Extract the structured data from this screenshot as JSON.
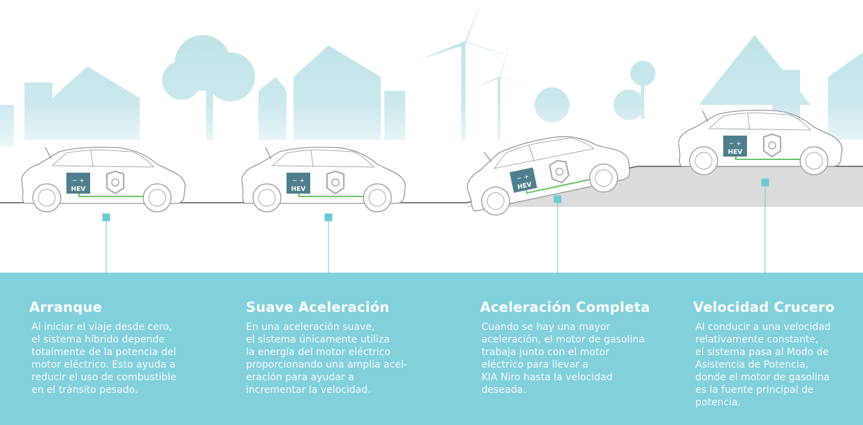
{
  "colors": {
    "panel": "#81d0dc",
    "skyline": "#bfe3e8",
    "marker": "#6ccad6",
    "battery": "#4f7f8c",
    "flow": "#6cc46a",
    "road": "#dcdcdc"
  },
  "battery_label": "HEV",
  "battery_symbols": "−  +",
  "stages": [
    {
      "title": "Arranque",
      "text": "Al iniciar el viaje desde cero,\nel sistema híbrido depende\ntotalmente de la potencia del\nmotor eléctrico. Esto ayuda a\nreducir el uso de combustible\nen el tránsito pesado."
    },
    {
      "title": "Suave Aceleración",
      "text": "En una aceleración suave,\nel sistema únicamente utiliza\nla energía del motor eléctrico\nproporcionando una amplia acel-\neración para ayudar a\nincrementar la velocidad."
    },
    {
      "title": "Aceleración Completa",
      "text": "Cuando se hay una mayor\naceleración, el motor de gasolina\ntrabaja junto con el motor\neléctrico para llevar a\nKIA Niro hasta la velocidad\ndeseada."
    },
    {
      "title": "Velocidad Crucero",
      "text": "Al conducir a una velocidad\nrelativamente constante,\nel sistema pasa al Modo de\nAsistencia de Potencia,\ndonde el motor de gasolina\nes la fuente principal de\npotencia."
    }
  ]
}
